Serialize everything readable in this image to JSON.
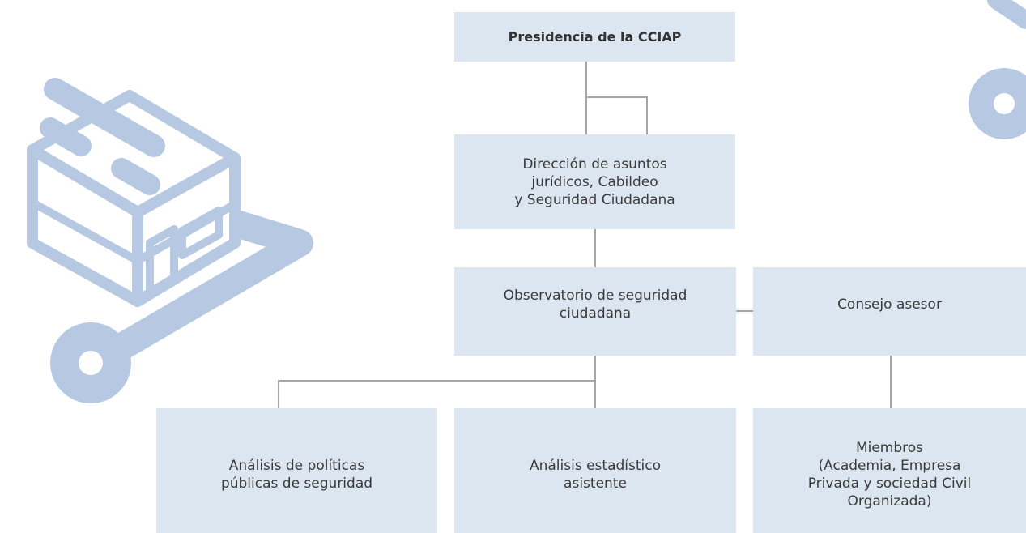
{
  "colors": {
    "box_fill": "#dce6f0",
    "connector": "#a6a6a6",
    "decoration": "#b7c9e2",
    "text": "#3a3a3a"
  },
  "icons": {
    "building": "building-icon",
    "connector_node": "circle-node-icon"
  },
  "org_chart": {
    "presidencia": [
      "Presidencia de la  CCIAP"
    ],
    "direccion": [
      "Dirección de asuntos",
      "jurídicos, Cabildeo",
      "y Seguridad Ciudadana"
    ],
    "observatorio": [
      "Observatorio de seguridad",
      "ciudadana"
    ],
    "consejo": [
      "Consejo asesor"
    ],
    "analisis_politicas": [
      "Análisis de políticas",
      "públicas de seguridad"
    ],
    "analisis_estadistico": [
      "Análisis estadístico",
      "asistente"
    ],
    "miembros": [
      "Miembros",
      "(Academia, Empresa",
      "Privada y sociedad Civil",
      "Organizada)"
    ]
  }
}
